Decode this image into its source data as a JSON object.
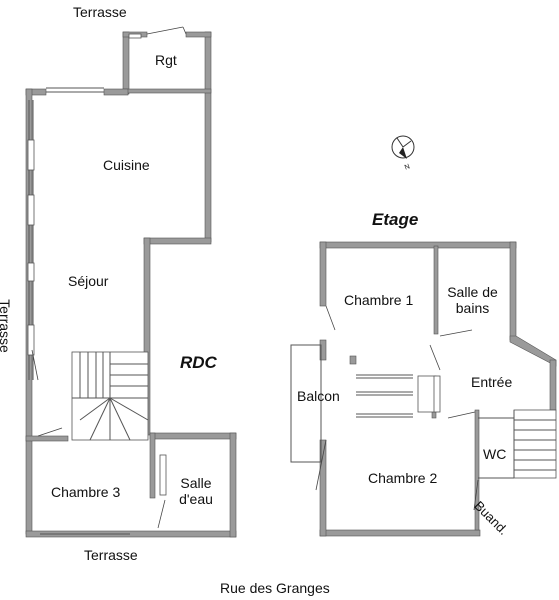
{
  "plan": {
    "outside_labels": {
      "terrasse_top": "Terrasse",
      "terrasse_left": "Terrasse",
      "terrasse_bottom": "Terrasse",
      "street": "Rue des Granges"
    },
    "rdc": {
      "title": "RDC",
      "rooms": {
        "rangement": "Rgt",
        "cuisine": "Cuisine",
        "sejour": "Séjour",
        "chambre3": "Chambre 3",
        "salle_eau_line1": "Salle",
        "salle_eau_line2": "d'eau"
      }
    },
    "etage": {
      "title": "Etage",
      "rooms": {
        "chambre1": "Chambre 1",
        "salle_bains_line1": "Salle de",
        "salle_bains_line2": "bains",
        "balcon": "Balcon",
        "entree": "Entrée",
        "chambre2": "Chambre 2",
        "wc": "WC",
        "buanderie": "Buand."
      }
    },
    "compass": {
      "north_label": "N"
    }
  }
}
